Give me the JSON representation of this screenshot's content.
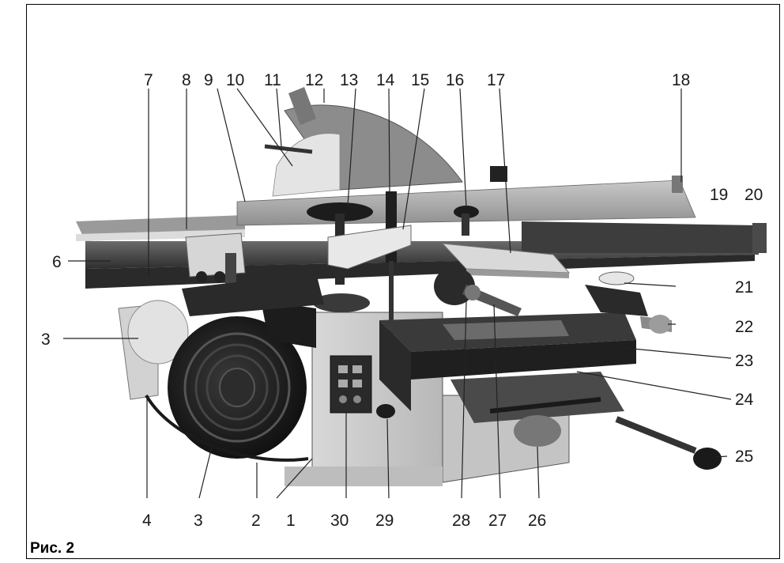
{
  "caption": "Рис. 2",
  "callouts": [
    {
      "label": "1"
    },
    {
      "label": "2"
    },
    {
      "label": "3"
    },
    {
      "label": "3"
    },
    {
      "label": "4"
    },
    {
      "label": "6"
    },
    {
      "label": "7"
    },
    {
      "label": "8"
    },
    {
      "label": "9"
    },
    {
      "label": "10"
    },
    {
      "label": "11"
    },
    {
      "label": "12"
    },
    {
      "label": "13"
    },
    {
      "label": "14"
    },
    {
      "label": "15"
    },
    {
      "label": "16"
    },
    {
      "label": "17"
    },
    {
      "label": "18"
    },
    {
      "label": "19"
    },
    {
      "label": "20"
    },
    {
      "label": "21"
    },
    {
      "label": "22"
    },
    {
      "label": "23"
    },
    {
      "label": "24"
    },
    {
      "label": "25"
    },
    {
      "label": "26"
    },
    {
      "label": "27"
    },
    {
      "label": "28"
    },
    {
      "label": "29"
    },
    {
      "label": "30"
    }
  ]
}
